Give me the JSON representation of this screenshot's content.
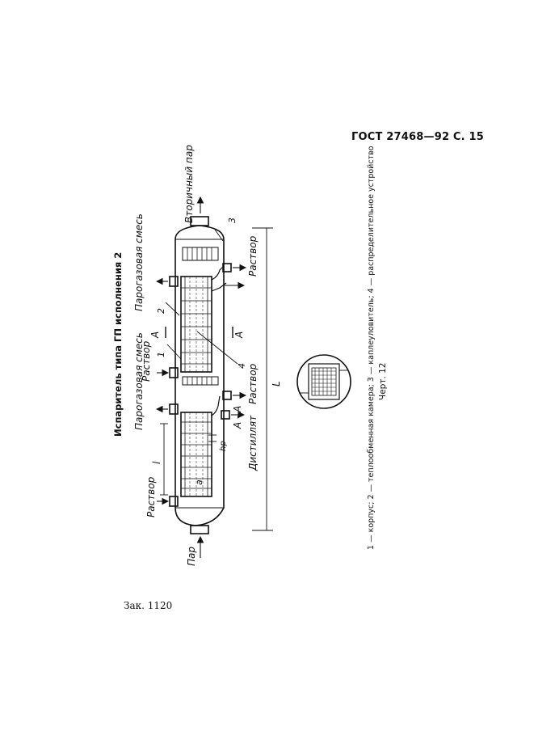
{
  "header": {
    "standard_ref": "ГОСТ 27468—92 С. 15"
  },
  "drawing": {
    "title": "Испаритель типа ГП исполнения 2",
    "labels": {
      "steam": "Пар",
      "solution_left": "Раствор",
      "solution_mid": "Раствор",
      "solution_right_bottom": "Раствор",
      "solution_right_top": "Раствор",
      "vapor_gas_mix_left": "Парогазовая смесь",
      "vapor_gas_mix_right": "Парогазовая смесь",
      "distillate": "Дистиллят",
      "secondary_steam": "Вторичный пар",
      "dim_L": "L",
      "dim_l": "l",
      "dim_a": "a",
      "dim_hp": "hp",
      "section_marker_left": "A",
      "section_marker_right": "A",
      "section_title": "A - A",
      "part_1": "1",
      "part_2": "2",
      "part_3": "3",
      "part_4": "4"
    }
  },
  "caption": {
    "legend": "1 — корпус; 2 — теплообменная камера; 3 — каплеуловитель; 4 — распределительное устройство",
    "figure": "Черт. 12"
  },
  "footer": {
    "order": "Зак. 1120"
  }
}
